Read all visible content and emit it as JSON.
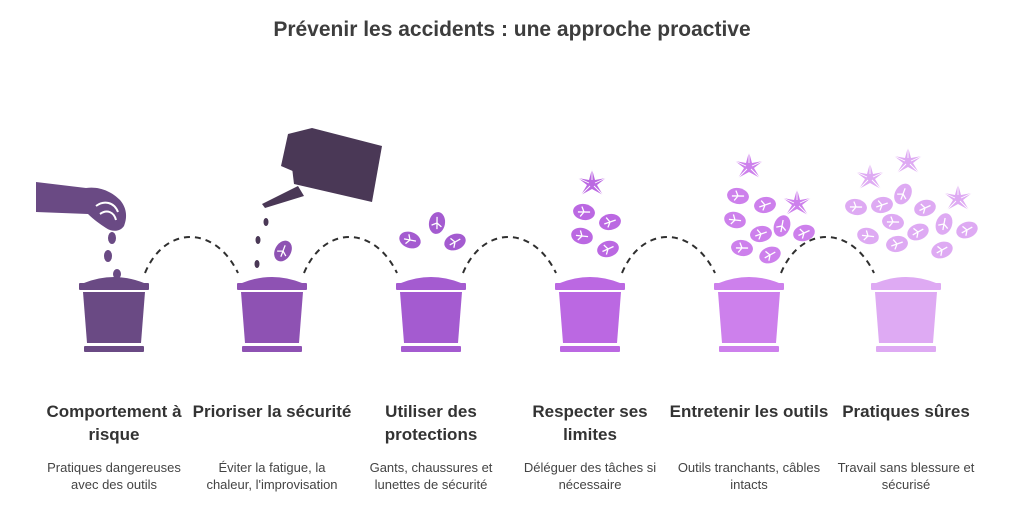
{
  "title": "Prévenir les accidents : une approche proactive",
  "colors": [
    "#6a4a84",
    "#8e52b3",
    "#a45bd0",
    "#bb68e2",
    "#cd80ec",
    "#deaaf3"
  ],
  "steps": [
    {
      "title": "Comportement à risque",
      "desc": "Pratiques dangereuses avec des outils"
    },
    {
      "title": "Prioriser la sécurité",
      "desc": "Éviter la fatigue, la chaleur, l'improvisation"
    },
    {
      "title": "Utiliser des protections",
      "desc": "Gants, chaussures et lunettes de sécurité"
    },
    {
      "title": "Respecter ses limites",
      "desc": "Déléguer des tâches si nécessaire"
    },
    {
      "title": "Entretenir les outils",
      "desc": "Outils tranchants, câbles intacts"
    },
    {
      "title": "Pratiques sûres",
      "desc": "Travail sans blessure et sécurisé"
    }
  ]
}
